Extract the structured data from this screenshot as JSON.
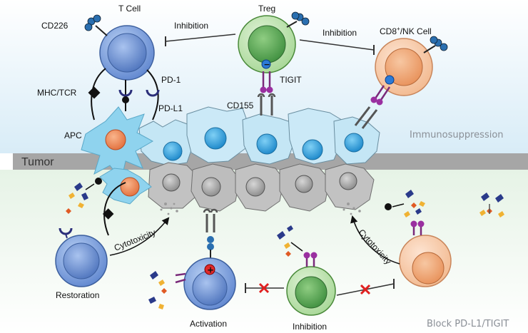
{
  "labels": {
    "t_cell": "T Cell",
    "treg": "Treg",
    "cd226": "CD226",
    "inhibition_left": "Inhibition",
    "inhibition_right": "Inhibition",
    "cd8_nk_cell_prefix": "CD8",
    "cd8_nk_cell_sup": "+",
    "cd8_nk_cell_suffix": "/NK Cell",
    "mhc_tcr": "MHC/TCR",
    "pd1": "PD-1",
    "pdl1": "PD-L1",
    "tigit": "TIGIT",
    "cd155": "CD155",
    "apc": "APC",
    "immunosuppression": "Immunosuppression",
    "tumor": "Tumor",
    "cytotoxicity_left": "Cytotoxicity",
    "cytotoxicity_right": "Cytotoxicity",
    "restoration": "Restoration",
    "activation": "Activation",
    "inhibition_bottom": "Inhibition",
    "block": "Block PD-L1/TIGIT",
    "minus_sign": "−",
    "plus_sign": "+"
  },
  "colors": {
    "top_background": "#dcedf7",
    "bottom_background": "#eef7ee",
    "tumor_band": "#a6a6a6",
    "t_cell": "#6f95d6",
    "treg": "#5ea85e",
    "cd8_nk": "#f2a77a",
    "apc": "#8fd1ec",
    "tumor_cell_top": "#bfe4f4",
    "tumor_nucleus": "#2f9ad9",
    "tumor_cell_bottom": "#b8b8b8",
    "inhibit_red": "#e02020"
  }
}
